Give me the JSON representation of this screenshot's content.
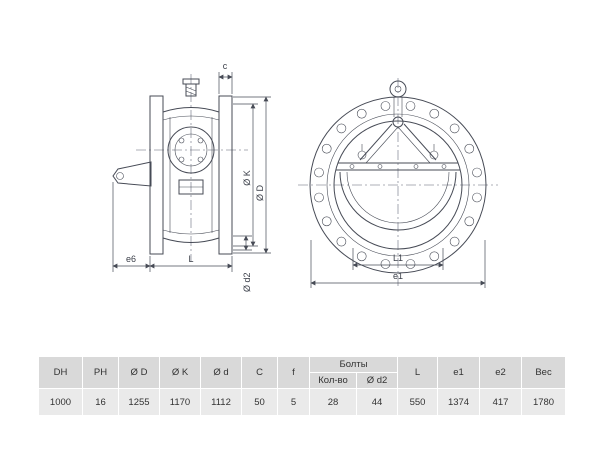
{
  "drawing": {
    "left_view": {
      "dim_c": "c",
      "dim_ok": "Ø K",
      "dim_od": "Ø D",
      "dim_e6": "е6",
      "dim_l": "L",
      "dim_od2": "Ø d2"
    },
    "right_view": {
      "dim_l1": "L1",
      "dim_e1": "e1"
    }
  },
  "table": {
    "headers": {
      "dh": "DH",
      "ph": "PH",
      "od": "Ø D",
      "ok": "Ø K",
      "od_small": "Ø d",
      "c": "C",
      "f": "f",
      "bolts_group": "Болты",
      "bolts_qty": "Кол-во",
      "bolts_od2": "Ø d2",
      "l": "L",
      "e1": "e1",
      "e2": "e2",
      "weight": "Вес"
    },
    "row": {
      "dh": "1000",
      "ph": "16",
      "od": "1255",
      "ok": "1170",
      "od_small": "1112",
      "c": "50",
      "f": "5",
      "bolts_qty": "28",
      "bolts_od2": "44",
      "l": "550",
      "e1": "1374",
      "e2": "417",
      "weight": "1780"
    }
  },
  "colors": {
    "line": "#474b56",
    "centerline": "#5a6070",
    "table_header_bg": "#d9d9d9",
    "table_row_bg": "#eaeaea",
    "text": "#333333"
  }
}
